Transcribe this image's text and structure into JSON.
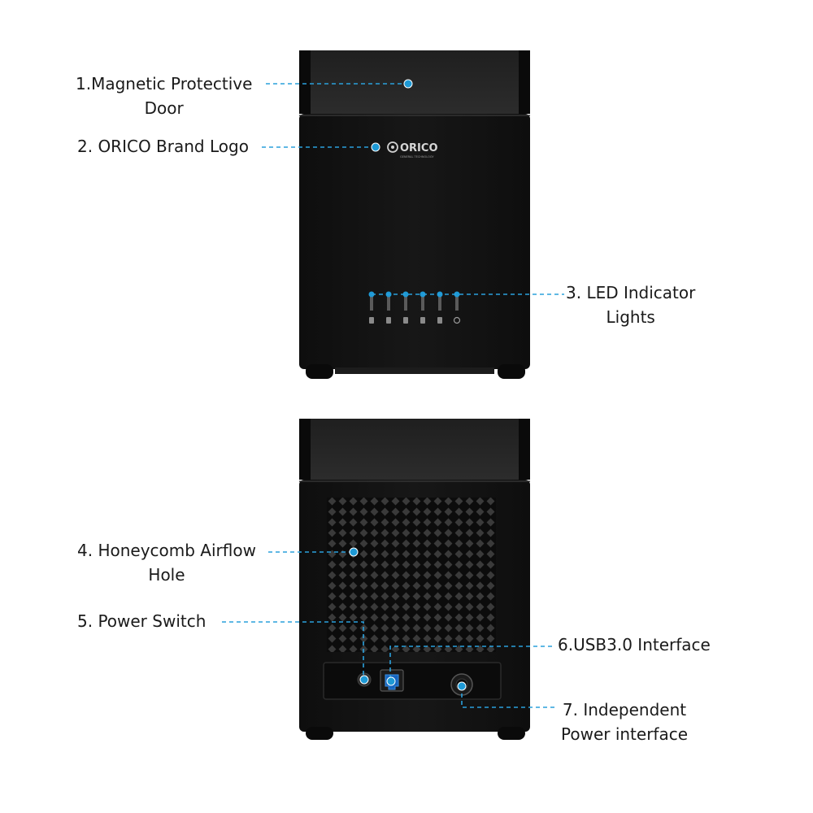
{
  "front_view": {
    "brand_logo_text": "ORICO",
    "logo_tagline": "GENERAL TECHNOLOGY",
    "led_count": 6
  },
  "callouts": [
    {
      "id": "magnetic-door",
      "lines": [
        "1.Magnetic Protective",
        "Door"
      ]
    },
    {
      "id": "brand-logo",
      "lines": [
        "2. ORICO Brand Logo"
      ]
    },
    {
      "id": "led-lights",
      "lines": [
        "3. LED Indicator",
        "Lights"
      ]
    },
    {
      "id": "airflow-hole",
      "lines": [
        "4. Honeycomb Airflow",
        "Hole"
      ]
    },
    {
      "id": "power-switch",
      "lines": [
        "5. Power Switch"
      ]
    },
    {
      "id": "usb-interface",
      "lines": [
        "6.USB3.0 Interface"
      ]
    },
    {
      "id": "power-interface",
      "lines": [
        "7. Independent",
        "Power interface"
      ]
    }
  ],
  "colors": {
    "leader_line": "#2aa0dc",
    "marker_dot": "#1e9ad6",
    "enclosure": "#141414",
    "lid": "#262626",
    "text": "#1a1a1a"
  }
}
